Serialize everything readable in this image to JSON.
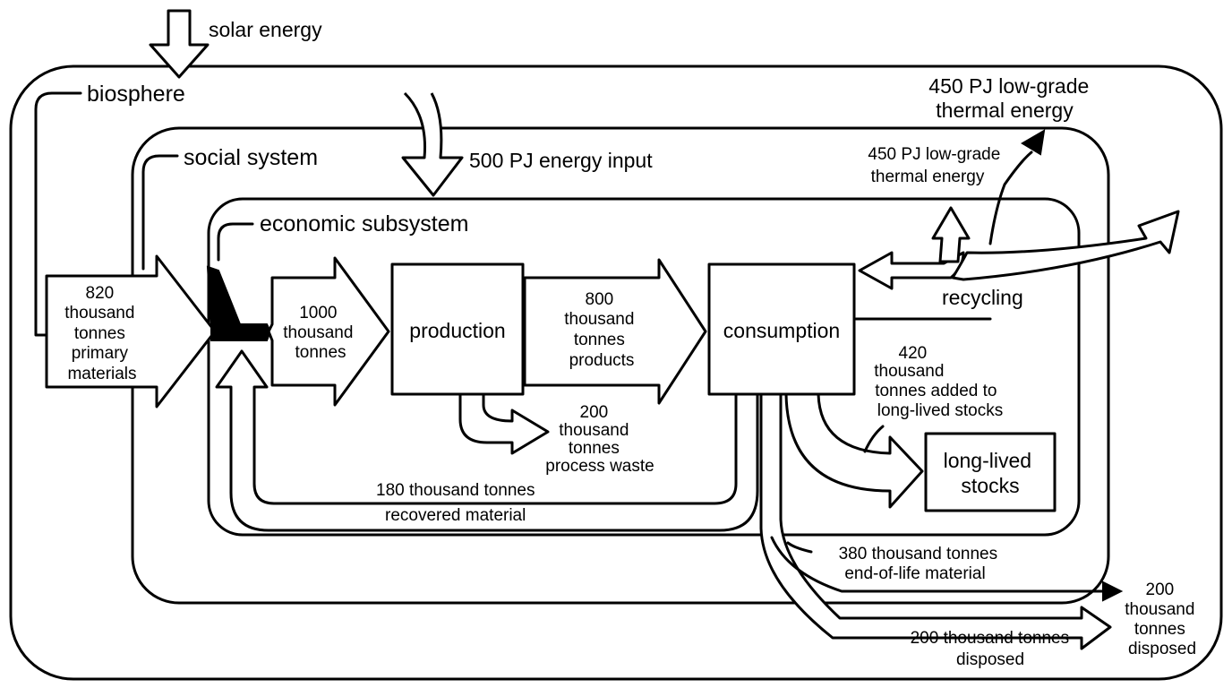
{
  "labels": {
    "solar_energy": "solar energy",
    "biosphere": "biosphere",
    "social_system": "social system",
    "economic_subsystem": "economic subsystem",
    "energy_input": "500 PJ energy input",
    "thermal_outer_1": "450 PJ low-grade",
    "thermal_outer_2": "thermal energy",
    "thermal_inner_1": "450 PJ low-grade",
    "thermal_inner_2": "thermal energy",
    "primary_1": "820",
    "primary_2": "thousand",
    "primary_3": "tonnes",
    "primary_4": "primary",
    "primary_5": "materials",
    "input_1": "1000",
    "input_2": "thousand",
    "input_3": "tonnes",
    "production": "production",
    "products_1": "800",
    "products_2": "thousand",
    "products_3": "tonnes",
    "products_4": "products",
    "consumption": "consumption",
    "recycling": "recycling",
    "waste_1": "200",
    "waste_2": "thousand",
    "waste_3": "tonnes",
    "waste_4": "process waste",
    "stocks_add_1": "420",
    "stocks_add_2": "thousand",
    "stocks_add_3": "tonnes added to",
    "stocks_add_4": "long-lived stocks",
    "stocks_1": "long-lived",
    "stocks_2": "stocks",
    "recovered_1": "180 thousand tonnes",
    "recovered_2": "recovered material",
    "eol_1": "380 thousand tonnes",
    "eol_2": "end-of-life material",
    "disposed_inner_1": "200 thousand tonnes",
    "disposed_inner_2": "disposed",
    "disposed_outer_1": "200",
    "disposed_outer_2": "thousand",
    "disposed_outer_3": "tonnes",
    "disposed_outer_4": "disposed"
  }
}
